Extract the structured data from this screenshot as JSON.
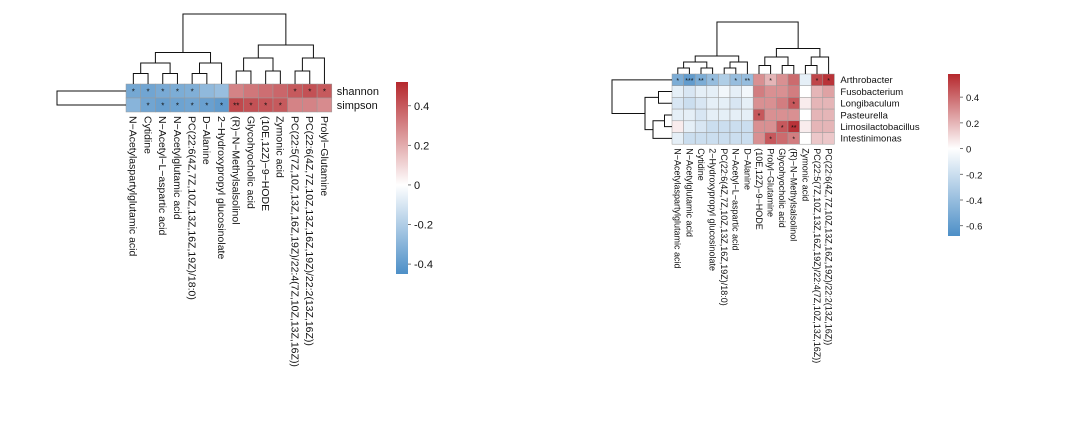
{
  "chart_data": [
    {
      "type": "heatmap",
      "rows": [
        "shannon",
        "simpson"
      ],
      "columns": [
        "N−Acetylaspartylglutamic acid",
        "Cytidine",
        "N−Acetyl−L−aspartic acid",
        "N−Acetylglutamic acid",
        "PC(22:6(4Z,7Z,10Z,13Z,16Z,19Z)/18:0)",
        "D−Alanine",
        "2−Hydroxypropyl glucosinolate",
        "(R)−N−Methylsalsolinol",
        "Glycohyocholic acid",
        "(10E,12Z)−9−HODE",
        "Zymonic acid",
        "PC(22:5(7Z,10Z,13Z,16Z,19Z)/22:4(7Z,10Z,13Z,16Z))",
        "PC(22:6(4Z,7Z,10Z,13Z,16Z,19Z)/22:2(13Z,16Z))",
        "Prolyl−Glutamine"
      ],
      "values": [
        [
          -0.35,
          -0.36,
          -0.34,
          -0.33,
          -0.32,
          -0.28,
          -0.26,
          0.3,
          0.33,
          0.35,
          0.37,
          0.4,
          0.42,
          0.4
        ],
        [
          -0.3,
          -0.36,
          -0.38,
          -0.37,
          -0.36,
          -0.38,
          -0.4,
          0.44,
          0.42,
          0.41,
          0.4,
          0.3,
          0.3,
          0.28
        ]
      ],
      "stars": [
        [
          "*",
          "*",
          "*",
          "*",
          "*",
          "",
          "",
          "",
          "",
          "",
          "",
          "*",
          "*",
          "*"
        ],
        [
          "",
          "*",
          "*",
          "*",
          "*",
          "*",
          "*",
          "**",
          "*",
          "*",
          "*",
          "",
          "",
          ""
        ]
      ],
      "colorbar": {
        "ticks": [
          0.4,
          0.2,
          0,
          -0.2,
          -0.4
        ],
        "range": [
          -0.45,
          0.52
        ]
      },
      "colors": {
        "low": "#4d8fc7",
        "mid": "#ffffff",
        "high": "#b5282d"
      },
      "column_dendrogram": true,
      "row_dendrogram": true
    },
    {
      "type": "heatmap",
      "rows": [
        "Arthrobacter",
        "Fusobacterium",
        "Longibaculum",
        "Pasteurella",
        "Limosilactobacillus",
        "Intestinimonas"
      ],
      "columns": [
        "N−Acetylaspartylglutamic acid",
        "N−Acetylglutamic acid",
        "Cytidine",
        "2−Hydroxypropyl glucosinolate",
        "PC(22:6(4Z,7Z,10Z,13Z,16Z,19Z)/18:0)",
        "N−Acetyl−L−aspartic acid",
        "D−Alanine",
        "(10E,12Z)−9−HODE",
        "Prolyl−Glutamine",
        "Glycohyocholic acid",
        "(R)−N−Methylsalsolinol",
        "Zymonic acid",
        "PC(22:5(7Z,10Z,13Z,16Z,19Z)/22:4(7Z,10Z,13Z,16Z))",
        "PC(22:6(4Z,7Z,10Z,13Z,16Z,19Z)/22:2(13Z,16Z))"
      ],
      "values": [
        [
          -0.5,
          -0.6,
          -0.5,
          -0.4,
          -0.3,
          -0.4,
          -0.4,
          0.3,
          0.2,
          0.3,
          0.4,
          -0.1,
          0.5,
          0.55
        ],
        [
          -0.1,
          -0.15,
          -0.1,
          -0.1,
          -0.05,
          -0.1,
          -0.05,
          0.35,
          0.3,
          0.3,
          0.35,
          0.0,
          0.2,
          0.25
        ],
        [
          -0.15,
          -0.2,
          -0.15,
          -0.1,
          -0.1,
          -0.15,
          -0.1,
          0.3,
          0.3,
          0.35,
          0.45,
          0.05,
          0.2,
          0.2
        ],
        [
          -0.1,
          -0.1,
          -0.15,
          -0.1,
          -0.1,
          -0.1,
          -0.1,
          0.45,
          0.3,
          0.3,
          0.3,
          0.0,
          0.2,
          0.2
        ],
        [
          0.05,
          -0.1,
          -0.15,
          -0.2,
          -0.2,
          -0.2,
          -0.2,
          0.3,
          0.3,
          0.45,
          0.55,
          0.05,
          0.2,
          0.2
        ],
        [
          -0.1,
          -0.2,
          -0.2,
          -0.2,
          -0.2,
          -0.2,
          -0.2,
          0.3,
          0.45,
          0.4,
          0.35,
          0.0,
          0.15,
          0.15
        ]
      ],
      "stars": [
        [
          "*",
          "***",
          "**",
          "*",
          "",
          "*",
          "**",
          "",
          "*",
          "",
          "",
          "",
          "*",
          "*"
        ],
        [
          "",
          "",
          "",
          "",
          "",
          "",
          "",
          "",
          "",
          "",
          "",
          "",
          "",
          ""
        ],
        [
          "",
          "",
          "",
          "",
          "",
          "",
          "",
          "",
          "",
          "",
          "*",
          "",
          "",
          ""
        ],
        [
          "",
          "",
          "",
          "",
          "",
          "",
          "",
          "*",
          "",
          "",
          "",
          "",
          "",
          ""
        ],
        [
          "",
          "",
          "",
          "",
          "",
          "",
          "",
          "",
          "",
          "*",
          "**",
          "",
          "",
          ""
        ],
        [
          "",
          "",
          "",
          "",
          "",
          "",
          "",
          "",
          "*",
          "",
          "*",
          "",
          "",
          ""
        ]
      ],
      "colorbar": {
        "ticks": [
          0.4,
          0.2,
          0,
          -0.2,
          -0.4,
          -0.6
        ],
        "range": [
          -0.68,
          0.58
        ]
      },
      "colors": {
        "low": "#4d8fc7",
        "mid": "#ffffff",
        "high": "#b5282d"
      },
      "column_dendrogram": true,
      "row_dendrogram": true
    }
  ]
}
